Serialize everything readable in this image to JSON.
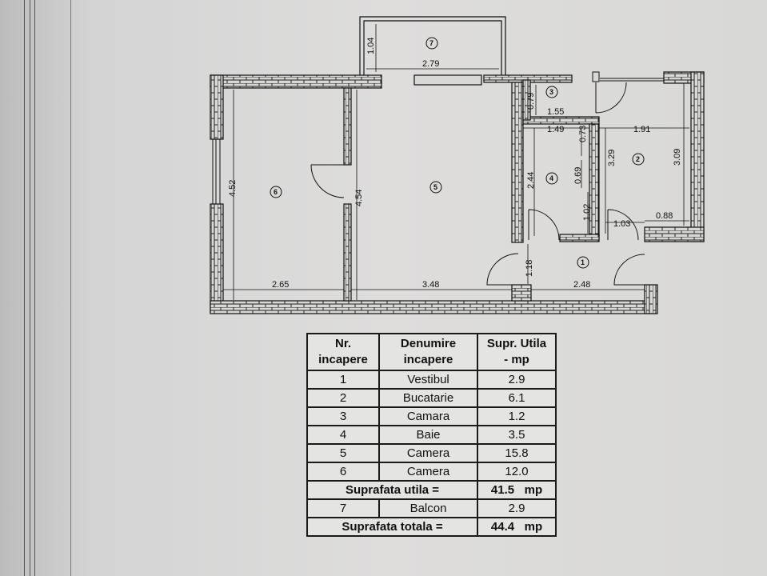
{
  "plan": {
    "dimensions": {
      "balcony_depth": "1.04",
      "balcony_width": "2.79",
      "room6_height": "4.52",
      "room6_width": "2.65",
      "room5_height": "4.54",
      "room5_width": "3.48",
      "room3_depth": "0.79",
      "room3_width": "1.55",
      "room4_width": "1.49",
      "room4_height": "2.44",
      "room4_a": "0.73",
      "room4_b": "0.69",
      "room2_width": "1.91",
      "room2_height_a": "3.29",
      "room2_height_b": "3.09",
      "room2_c": "1.02",
      "room2_d": "1.03",
      "room2_e": "0.88",
      "hall_height": "1.18",
      "hall_width": "2.48"
    },
    "room_numbers": [
      "1",
      "2",
      "3",
      "4",
      "5",
      "6",
      "7"
    ]
  },
  "table": {
    "headers": {
      "nr": [
        "Nr.",
        "incapere"
      ],
      "name": [
        "Denumire",
        "incapere"
      ],
      "area": [
        "Supr. Utila",
        "- mp"
      ]
    },
    "rows": [
      {
        "nr": "1",
        "name": "Vestibul",
        "area": "2.9"
      },
      {
        "nr": "2",
        "name": "Bucatarie",
        "area": "6.1"
      },
      {
        "nr": "3",
        "name": "Camara",
        "area": "1.2"
      },
      {
        "nr": "4",
        "name": "Baie",
        "area": "3.5"
      },
      {
        "nr": "5",
        "name": "Camera",
        "area": "15.8"
      },
      {
        "nr": "6",
        "name": "Camera",
        "area": "12.0"
      }
    ],
    "useful_total": {
      "label": "Suprafata  utila =",
      "value": "41.5",
      "unit": "mp"
    },
    "balcony": {
      "nr": "7",
      "name": "Balcon",
      "area": "2.9"
    },
    "grand_total": {
      "label": "Suprafata  totala =",
      "value": "44.4",
      "unit": "mp"
    }
  }
}
